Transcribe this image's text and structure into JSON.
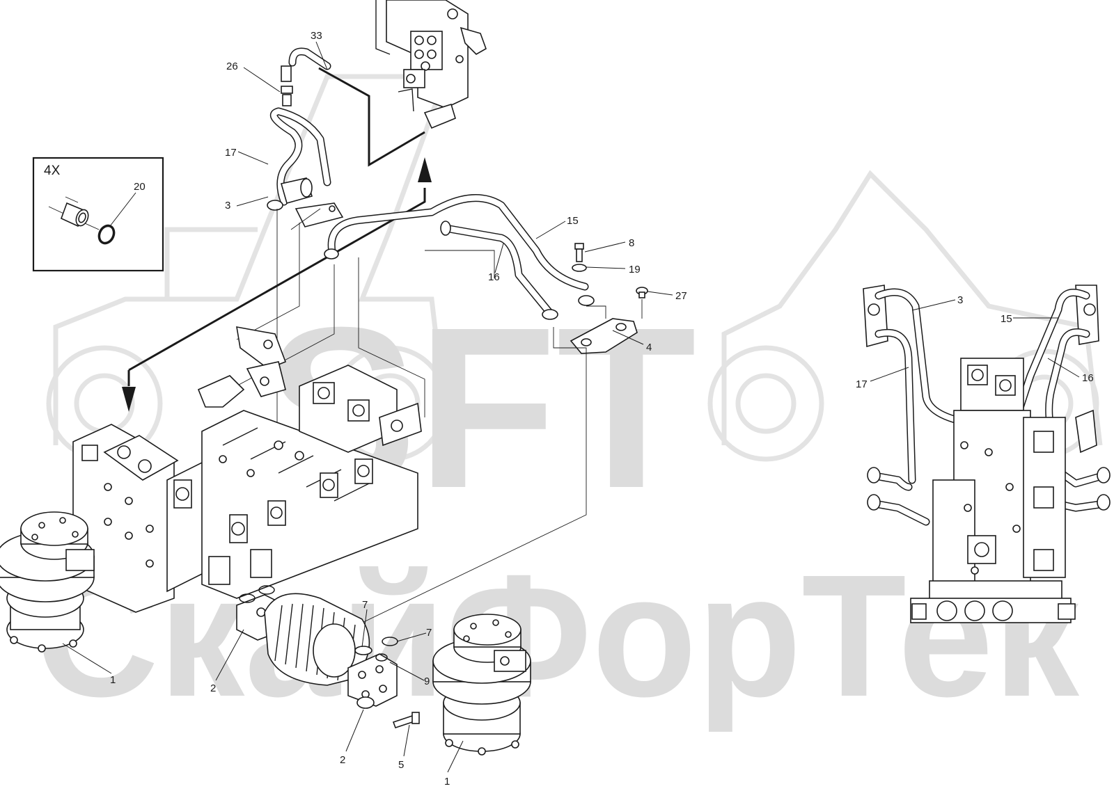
{
  "watermark": {
    "logo_text": "SFT",
    "brand_text": "СкайФорТек"
  },
  "inset": {
    "label": "4X",
    "callouts": [
      "20"
    ]
  },
  "callouts": [
    {
      "id": "c33",
      "label": "33"
    },
    {
      "id": "c26",
      "label": "26"
    },
    {
      "id": "c17",
      "label": "17"
    },
    {
      "id": "c3",
      "label": "3"
    },
    {
      "id": "c15",
      "label": "15"
    },
    {
      "id": "c16",
      "label": "16"
    },
    {
      "id": "c8",
      "label": "8"
    },
    {
      "id": "c19",
      "label": "19"
    },
    {
      "id": "c27",
      "label": "27"
    },
    {
      "id": "c4",
      "label": "4"
    },
    {
      "id": "c1a",
      "label": "1"
    },
    {
      "id": "c2a",
      "label": "2"
    },
    {
      "id": "c7a",
      "label": "7"
    },
    {
      "id": "c7b",
      "label": "7"
    },
    {
      "id": "c9",
      "label": "9"
    },
    {
      "id": "c2b",
      "label": "2"
    },
    {
      "id": "c5",
      "label": "5"
    },
    {
      "id": "c1b",
      "label": "1"
    },
    {
      "id": "r3",
      "label": "3"
    },
    {
      "id": "r15",
      "label": "15"
    },
    {
      "id": "r17",
      "label": "17"
    },
    {
      "id": "r16",
      "label": "16"
    }
  ]
}
